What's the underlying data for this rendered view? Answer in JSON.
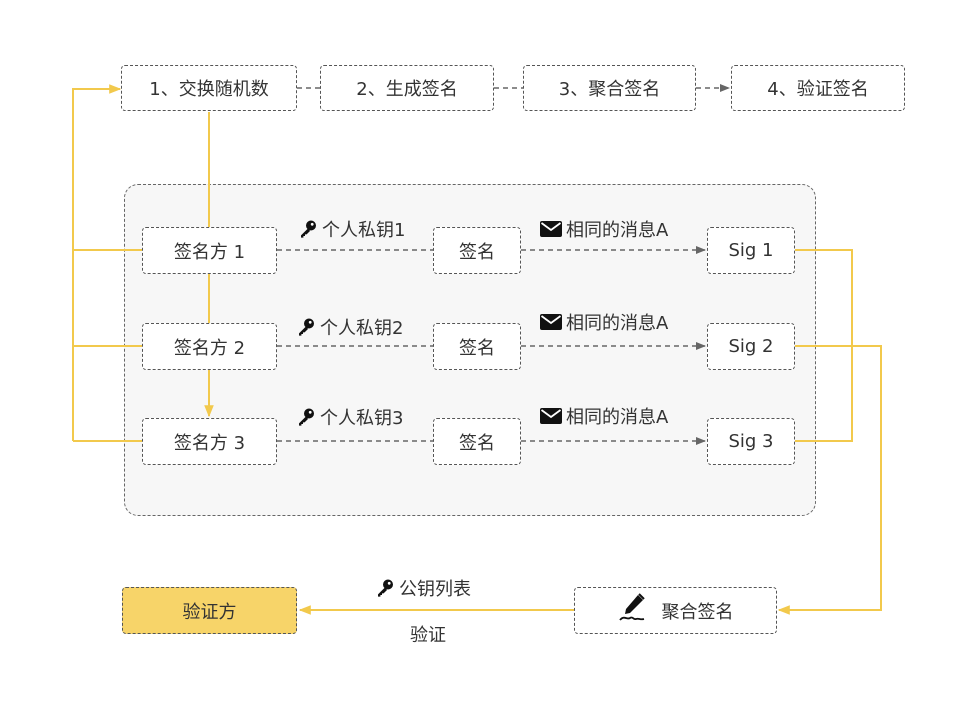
{
  "steps": [
    "1、交换随机数",
    "2、生成签名",
    "3、聚合签名",
    "4、验证签名"
  ],
  "signers": [
    {
      "label": "签名方 1",
      "key": "个人私钥1",
      "sign": "签名",
      "msg": "相同的消息A",
      "sig": "Sig 1"
    },
    {
      "label": "签名方 2",
      "key": "个人私钥2",
      "sign": "签名",
      "msg": "相同的消息A",
      "sig": "Sig 2"
    },
    {
      "label": "签名方 3",
      "key": "个人私钥3",
      "sign": "签名",
      "msg": "相同的消息A",
      "sig": "Sig 3"
    }
  ],
  "aggregate": {
    "label": "聚合签名",
    "icon": "signature-pen-icon"
  },
  "verifier": {
    "label": "验证方"
  },
  "verify_edge": {
    "key_label": "公钥列表",
    "action_label": "验证"
  },
  "icons": {
    "key": "key-icon",
    "message": "envelope-icon"
  },
  "colors": {
    "flow_yellow": "#f2c94c",
    "verifier_fill": "#f7d469",
    "panel_fill": "#f7f7f7",
    "dashed_gray": "#666666"
  }
}
